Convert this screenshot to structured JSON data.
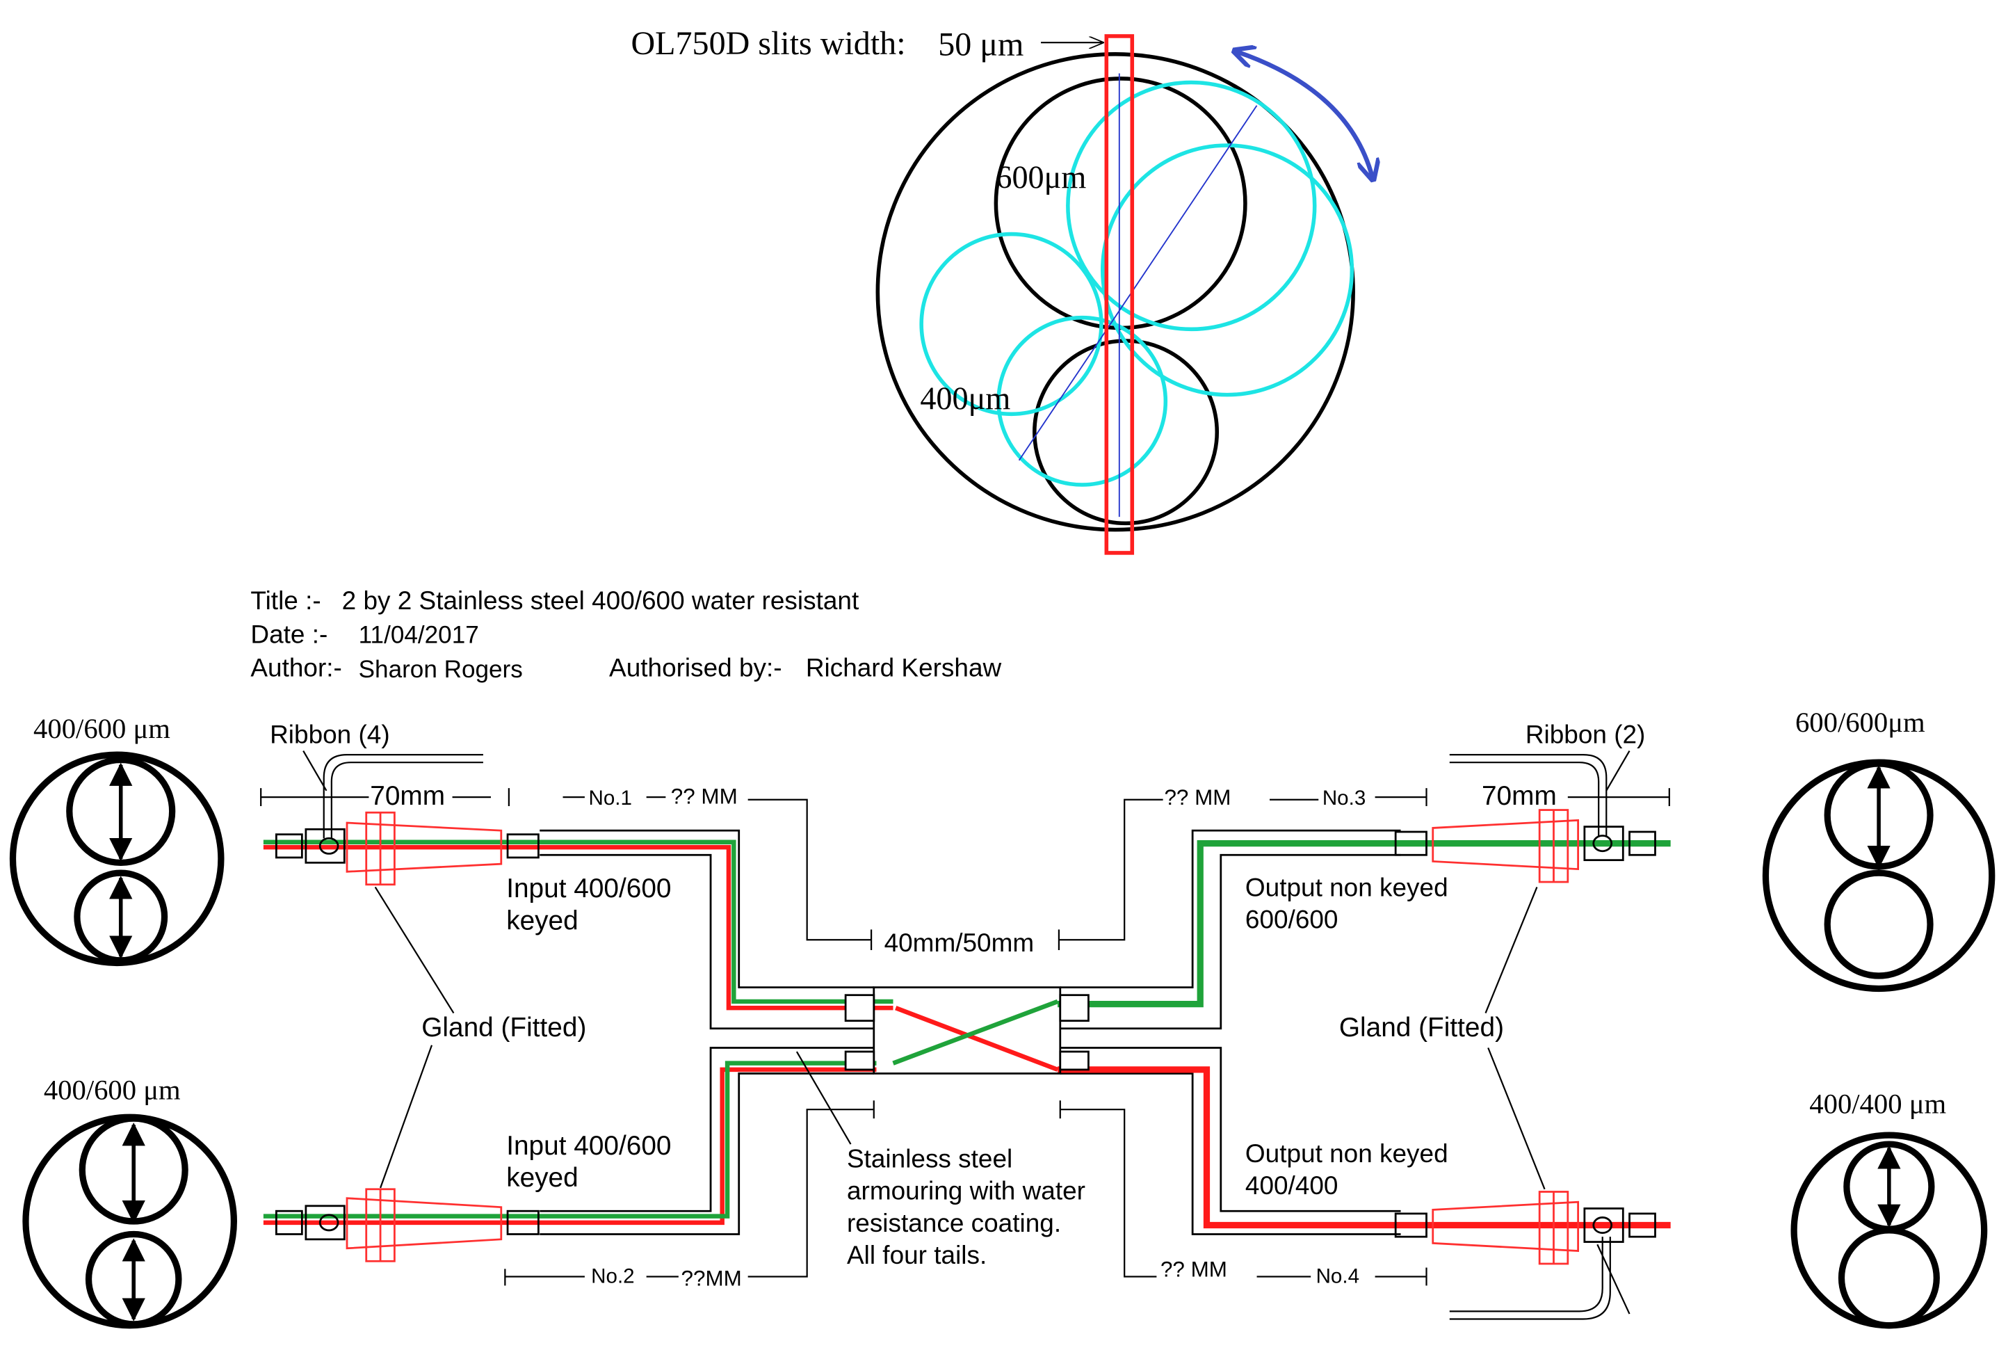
{
  "slit": {
    "label": "OL750D slits width:",
    "value": "50 μm"
  },
  "end_face_labels": {
    "large_core": "600μm",
    "small_core": "400μm"
  },
  "title_block": {
    "title_label": "Title  :-",
    "title_value": "2 by 2 Stainless steel 400/600 water resistant",
    "date_label": "Date :-",
    "date_value": "11/04/2017",
    "author_label": "Author:-",
    "author_value": "Sharon Rogers",
    "authorised_label": "Authorised by:-",
    "authorised_value": "Richard Kershaw"
  },
  "fibre_ends": {
    "input_top": "400/600 μm",
    "input_bottom": "400/600 μm",
    "output_top": "600/600μm",
    "output_bottom": "400/400 μm"
  },
  "assembly": {
    "ribbon_left": "Ribbon (4)",
    "ribbon_right": "Ribbon (2)",
    "gland_left_length": "70mm",
    "gland_right_length": "70mm",
    "tail_no1": "No.1",
    "tail_no1_length": "?? MM",
    "tail_no2": "No.2",
    "tail_no2_length": "??MM",
    "tail_no3": "No.3",
    "tail_no3_length": "?? MM",
    "tail_no4": "No.4",
    "tail_no4_length": "?? MM",
    "coupler_length": "40mm/50mm",
    "input_top_line1": "Input 400/600",
    "input_top_line2": "keyed",
    "input_bottom_line1": "Input 400/600",
    "input_bottom_line2": "keyed",
    "output_top_line1": "Output non keyed",
    "output_top_line2": "600/600",
    "output_bottom_line1": "Output non keyed",
    "output_bottom_line2": "400/400",
    "gland_left": "Gland (Fitted)",
    "gland_right": "Gland (Fitted)",
    "armour_line1": "Stainless steel",
    "armour_line2": "armouring with water",
    "armour_line3": "resistance coating.",
    "armour_line4": "All four tails."
  },
  "colors": {
    "fibre_red": "#ff1a1a",
    "fibre_green": "#1fa33a",
    "slit_box": "#ff2020",
    "cyan_outline": "#1de4e4",
    "rotation_arrow": "#3a4fc8",
    "gland_outline": "#ff3030"
  }
}
